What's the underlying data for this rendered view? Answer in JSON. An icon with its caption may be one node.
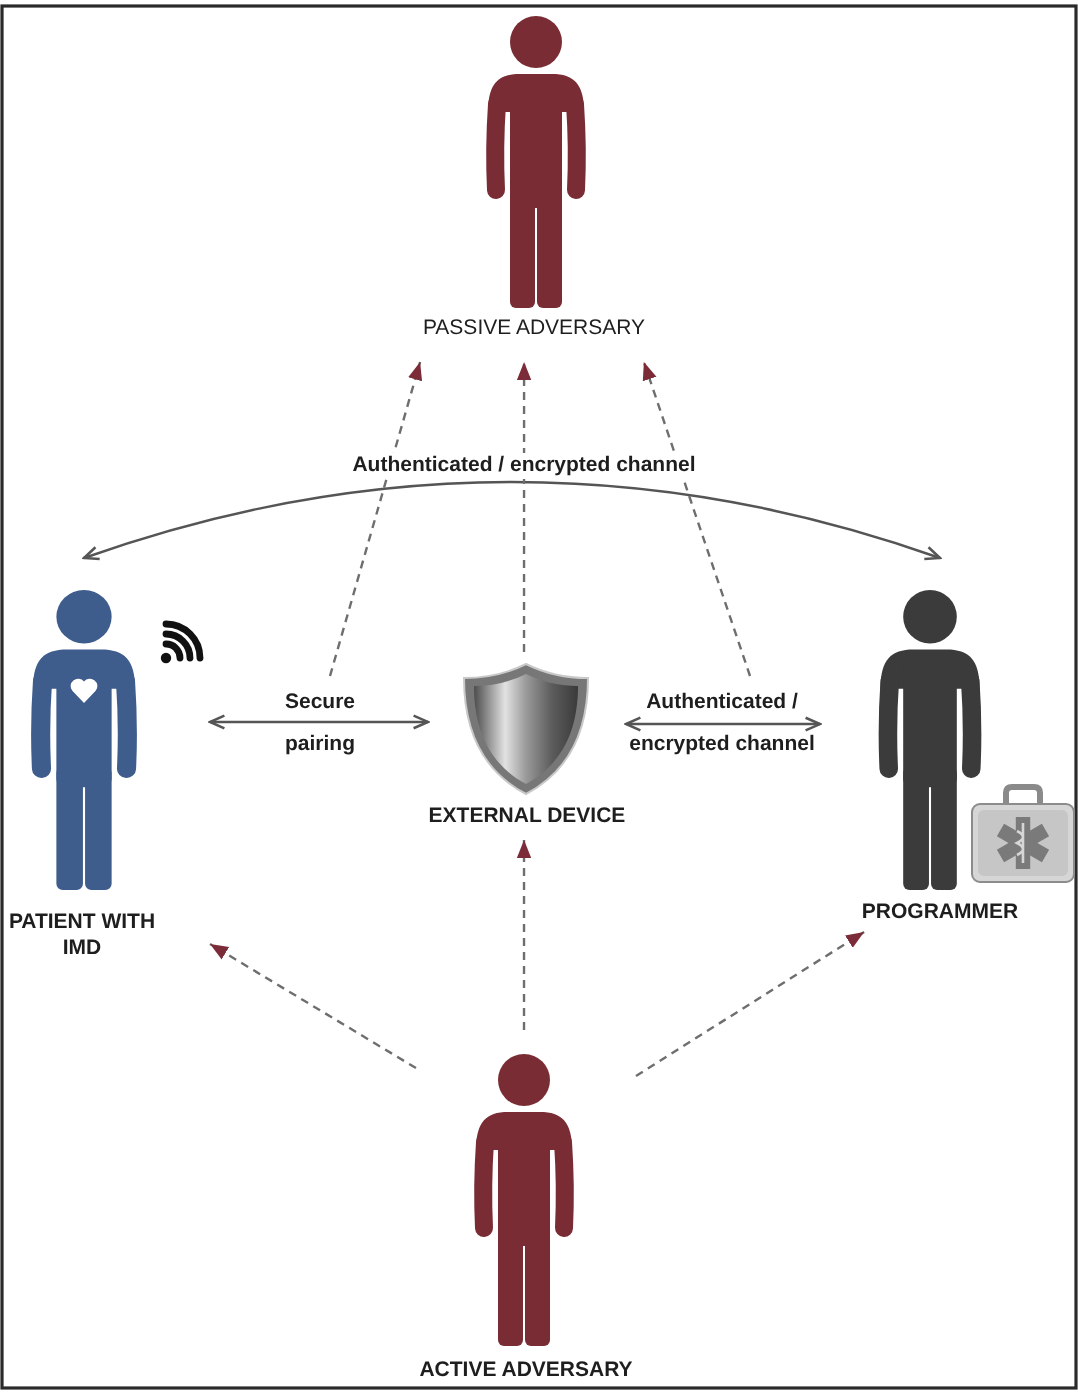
{
  "diagram": {
    "nodes": [
      {
        "text": [
          "PASSIVE ADVERSARY"
        ]
      },
      {
        "text": [
          "PATIENT WITH IMD"
        ]
      },
      {
        "text": [
          "EXTERNAL DEVICE"
        ]
      },
      {
        "text": [
          "PROGRAMMER"
        ]
      },
      {
        "text": [
          "ACTIVE ADVERSARY"
        ]
      }
    ],
    "edges": [
      {
        "from": 1,
        "to": 3,
        "arrow": "both",
        "label": "Authenticated / encrypted channel"
      },
      {
        "from": 1,
        "to": 2,
        "arrow": "both",
        "label": "Secure pairing"
      },
      {
        "from": 2,
        "to": 3,
        "arrow": "both",
        "label": "Authenticated / encrypted channel"
      },
      {
        "from": null,
        "to": 0,
        "arrow": "to",
        "style": "dashed"
      },
      {
        "from": 2,
        "to": 0,
        "arrow": "to",
        "style": "dashed"
      },
      {
        "from": null,
        "to": 0,
        "arrow": "to",
        "style": "dashed"
      },
      {
        "from": 4,
        "to": 1,
        "arrow": "to",
        "style": "dashed"
      },
      {
        "from": 4,
        "to": 2,
        "arrow": "to",
        "style": "dashed"
      },
      {
        "from": 4,
        "to": 3,
        "arrow": "to",
        "style": "dashed"
      }
    ]
  }
}
